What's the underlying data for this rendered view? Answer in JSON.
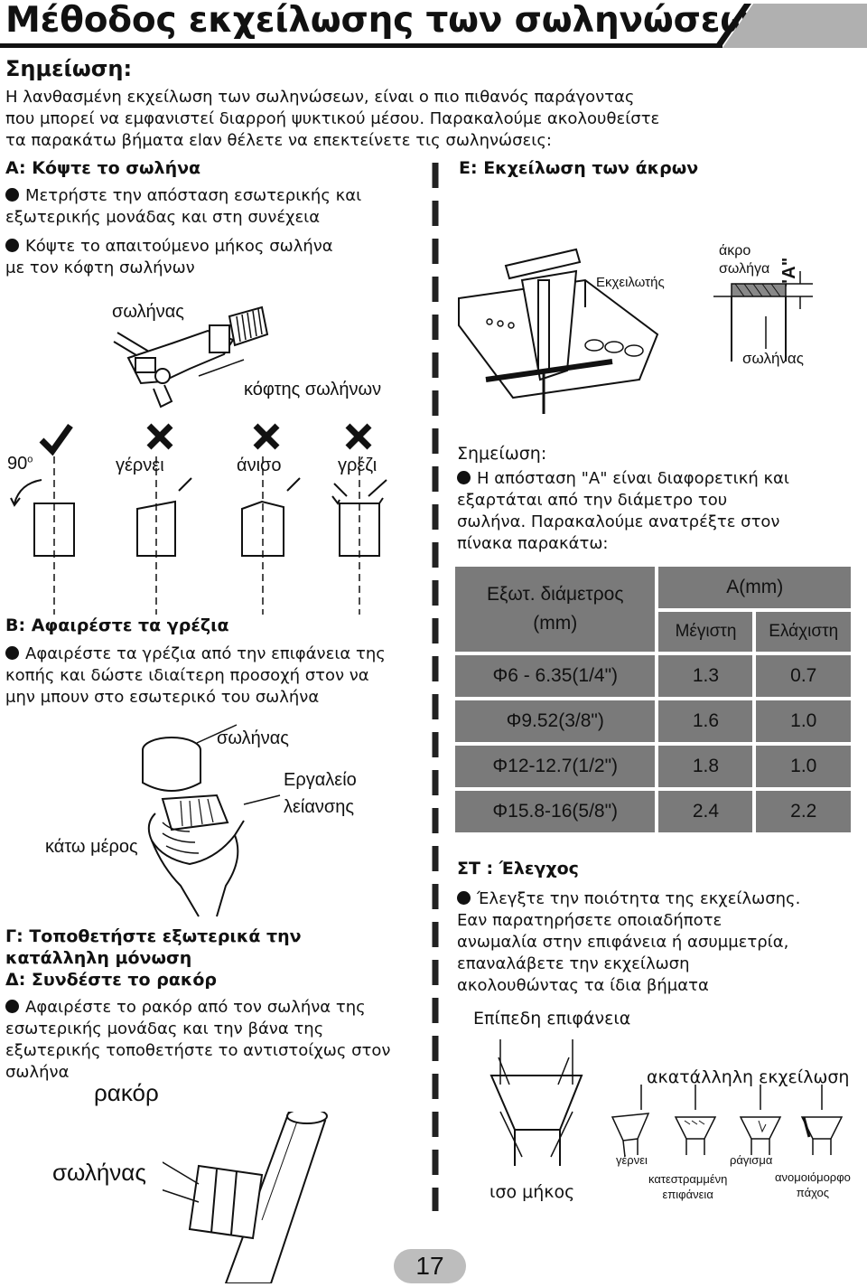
{
  "header": {
    "title": "Μέθοδος εκχείλωσης των σωληνώσεων"
  },
  "note": {
    "heading": "Σημείωση:",
    "lines": [
      "Η λανθασμένη εκχείλωση των σωληνώσεων, είναι ο πιο πιθανός παράγοντας",
      "που μπορεί να εμφανιστεί διαρροή ψυκτικού μέσου. Παρακαλούμε ακολουθείστε",
      "τα παρακάτω βήματα εlαν θέλετε να επεκτείνετε τις σωληνώσεις:"
    ]
  },
  "section_a": {
    "heading": "A: Κόψτε το σωλήνα",
    "bullet1": [
      "Μετρήστε την απόσταση εσωτερικής και",
      "εξωτερικής μονάδας και στη συνέχεια"
    ],
    "bullet2": [
      "Κόψτε το απαιτούμενο μήκος σωλήνα",
      "με τον κόφτη σωλήνων"
    ],
    "label_pipe": "σωλήνας",
    "label_cutter": "κόφτης σωλήνων"
  },
  "cuts": {
    "angle": "90",
    "labels": [
      "γέρνει",
      "άνισο",
      "γρέζι"
    ]
  },
  "section_e": {
    "heading": "E: Εκχείλωση των άκρων",
    "label_flaring_tool": "Εκχειλωτής",
    "label_pipe_end": [
      "άκρο",
      "σωλήγα"
    ],
    "label_a": "\"A\"",
    "label_pipe": "σωλήνας"
  },
  "note2": {
    "heading": "Σημείωση:",
    "lines": [
      "Η απόσταση \"A\" είναι διαφορετική και",
      "εξαρτάται από την διάμετρο του",
      "σωλήνα. Παρακαλούμε ανατρέξτε στον",
      "πίνακα παρακάτω:"
    ]
  },
  "table": {
    "col1_header": [
      "Εξωτ. διάμετρος",
      "(mm)"
    ],
    "a_header": "A(mm)",
    "max_header": "Μέγιστη",
    "min_header": "Ελάχιστη",
    "rows": [
      [
        "Φ6 - 6.35(1/4\")",
        "1.3",
        "0.7"
      ],
      [
        "Φ9.52(3/8\")",
        "1.6",
        "1.0"
      ],
      [
        "Φ12-12.7(1/2\")",
        "1.8",
        "1.0"
      ],
      [
        "Φ15.8-16(5/8\")",
        "2.4",
        "2.2"
      ]
    ]
  },
  "section_b": {
    "heading": "B: Αφαιρέστε τα γρέζια",
    "lines": [
      "Αφαιρέστε τα γρέζια από την επιφάνεια της",
      "κοπής και δώστε ιδιαίτερη προσοχή στον να",
      "μην μπουν στο εσωτερικό του σωλήνα"
    ],
    "label_pipe": "σωλήνας",
    "label_tool": [
      "Εργαλείο",
      "λείανσης"
    ],
    "label_bottom": "κάτω μέρος"
  },
  "section_g": {
    "heading": [
      "Γ: Τοποθετήστε εξωτερικά την",
      "κατάλληλη μόνωση"
    ],
    "heading_d": "Δ: Συνδέστε το ρακόρ",
    "lines": [
      "Αφαιρέστε το ρακόρ από τον σωλήνα της",
      "εσωτερικής μονάδας και την βάνα της",
      "εξωτερικής τοποθετήστε το αντιστοίχως στον",
      "σωλήνα"
    ],
    "label_nut": "ρακόρ",
    "label_pipe": "σωλήνας"
  },
  "section_st": {
    "heading": "ΣΤ : Έλεγχος",
    "lines": [
      "Έλεγξτε την ποιότητα της εκχείλωσης.",
      "Εαν παρατηρήσετε οποιαδήποτε",
      "ανωμαλία στην επιφάνεια ή ασυμμετρία,",
      "επαναλάβετε την εκχείλωση",
      "ακολουθώντας τα ίδια βήματα"
    ],
    "label_flat": "Επίπεδη επιφάνεια",
    "label_bad": "ακατάλληλη εκχείλωση",
    "label_even": "ισο μήκος",
    "label_tilt": "γέρνει",
    "label_crack": "ράγισμα",
    "label_damaged": [
      "κατεστραμμένη",
      "επιφάνεια"
    ],
    "label_uneven": [
      "ανομοιόμορφο",
      "πάχος"
    ]
  },
  "footer": {
    "page": "17"
  }
}
